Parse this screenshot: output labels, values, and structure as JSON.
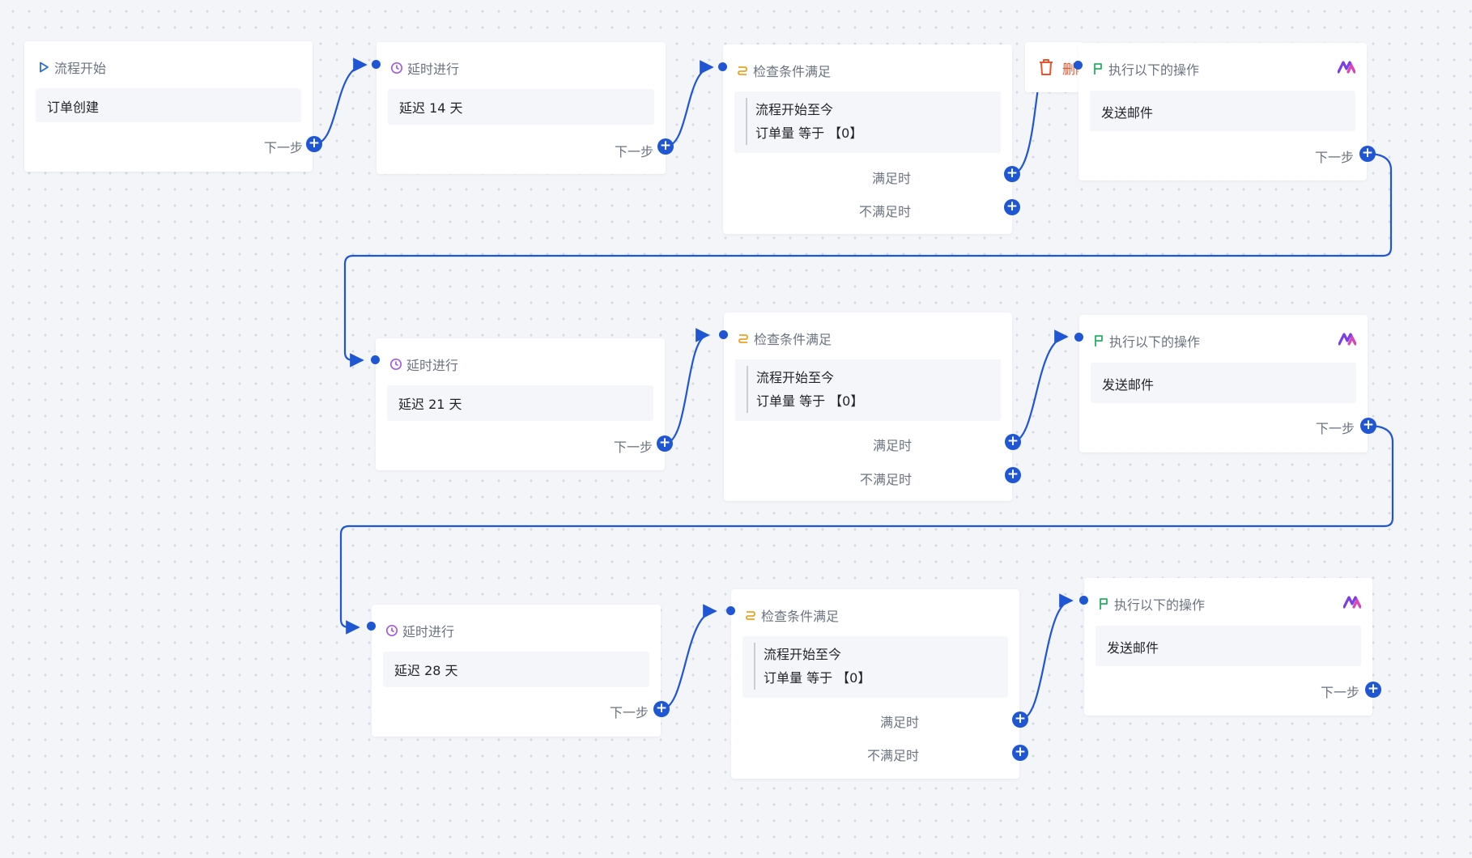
{
  "colors": {
    "wire": "#1f56d3",
    "condition_icon": "#f0a020",
    "delay_icon": "#a25ce6",
    "start_icon": "#2f6ad9",
    "action_icon": "#23b062",
    "delete": "#e8542c"
  },
  "icons": {
    "start": "play-icon",
    "delay": "clock-icon",
    "condition": "branch-icon",
    "action": "flag-icon",
    "brand": "brand-logo-icon",
    "delete": "trash-icon"
  },
  "delete_tab": {
    "label": "删除"
  },
  "start_node": {
    "title": "流程开始",
    "body": "订单创建",
    "next_label": "下一步"
  },
  "row1": {
    "delay": {
      "title": "延时进行",
      "body": "延迟 14 天",
      "next_label": "下一步"
    },
    "condition": {
      "title": "检查条件满足",
      "line1": "流程开始至今",
      "line2": "订单量 等于 【0】",
      "yes_label": "满足时",
      "no_label": "不满足时"
    },
    "action": {
      "title": "执行以下的操作",
      "body": "发送邮件",
      "next_label": "下一步"
    }
  },
  "row2": {
    "delay": {
      "title": "延时进行",
      "body": "延迟 21 天",
      "next_label": "下一步"
    },
    "condition": {
      "title": "检查条件满足",
      "line1": "流程开始至今",
      "line2": "订单量 等于 【0】",
      "yes_label": "满足时",
      "no_label": "不满足时"
    },
    "action": {
      "title": "执行以下的操作",
      "body": "发送邮件",
      "next_label": "下一步"
    }
  },
  "row3": {
    "delay": {
      "title": "延时进行",
      "body": "延迟 28 天",
      "next_label": "下一步"
    },
    "condition": {
      "title": "检查条件满足",
      "line1": "流程开始至今",
      "line2": "订单量 等于 【0】",
      "yes_label": "满足时",
      "no_label": "不满足时"
    },
    "action": {
      "title": "执行以下的操作",
      "body": "发送邮件",
      "next_label": "下一步"
    }
  }
}
